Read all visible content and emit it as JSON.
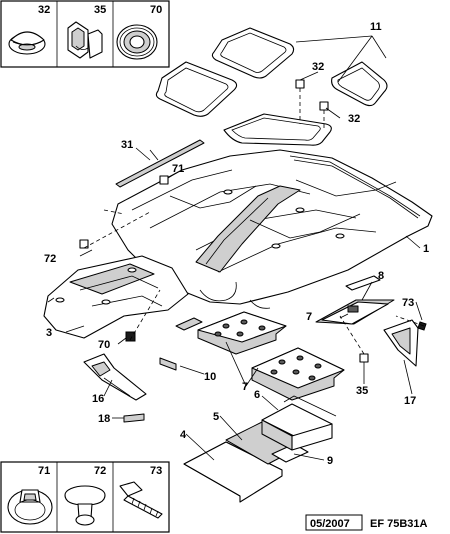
{
  "diagram": {
    "callouts": [
      "1",
      "3",
      "4",
      "5",
      "6",
      "7",
      "7",
      "8",
      "9",
      "10",
      "11",
      "16",
      "17",
      "18",
      "31",
      "32",
      "35",
      "70",
      "71",
      "72",
      "73"
    ],
    "top_legend": [
      "32",
      "35",
      "70"
    ],
    "bottom_legend": [
      "71",
      "72",
      "73"
    ],
    "footer": {
      "date": "05/2007",
      "reference": "EF 75B31A"
    }
  }
}
